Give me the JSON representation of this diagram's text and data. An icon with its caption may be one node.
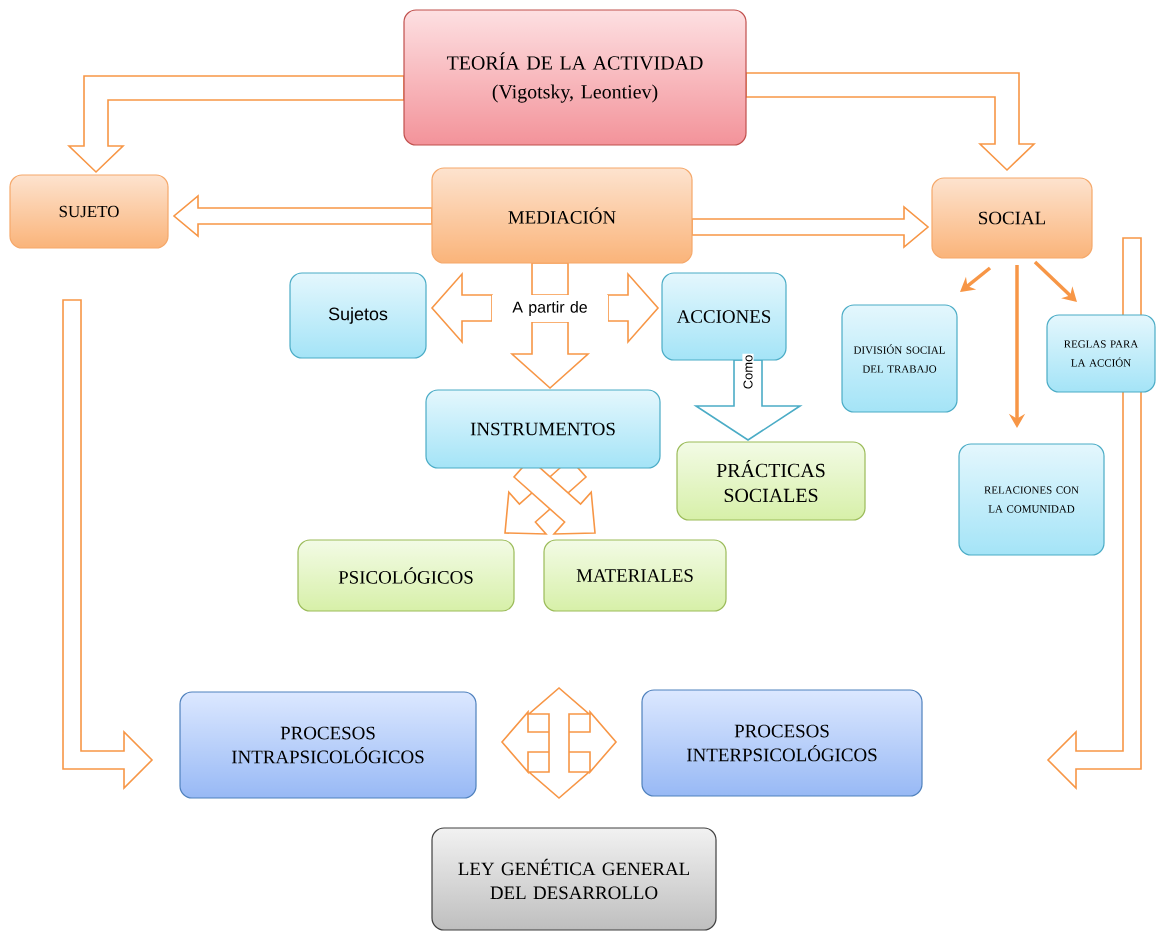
{
  "diagram": {
    "nodes": [
      {
        "text": [
          "TEORÍA DE LA ACTIVIDAD",
          "(Vigotsky, Leontiev)"
        ]
      },
      {
        "text": [
          "SUJETO"
        ]
      },
      {
        "text": [
          "MEDIACIÓN"
        ]
      },
      {
        "text": [
          "SOCIAL"
        ]
      },
      {
        "text": [
          "Sujetos"
        ]
      },
      {
        "text": [
          "A partir de"
        ]
      },
      {
        "text": [
          "ACCIONES"
        ]
      },
      {
        "text": [
          "INSTRUMENTOS"
        ]
      },
      {
        "text": [
          "PRÁCTICAS SOCIALES"
        ]
      },
      {
        "text": [
          "PSICOLÓGICOS"
        ]
      },
      {
        "text": [
          "MATERIALES"
        ]
      },
      {
        "text": [
          "DIVISIÓN SOCIAL DEL TRABAJO"
        ]
      },
      {
        "text": [
          "REGLAS PARA LA ACCIÓN"
        ]
      },
      {
        "text": [
          "RELACIONES CON LA COMUNIDAD"
        ]
      },
      {
        "text": [
          "PROCESOS INTRAPSICOLÓGICOS"
        ]
      },
      {
        "text": [
          "PROCESOS INTERPSICOLÓGICOS"
        ]
      },
      {
        "text": [
          "LEY GENÉTICA GENERAL DEL DESARROLLO"
        ]
      }
    ],
    "edges": [
      {
        "from": 0,
        "to": 1,
        "arrow": "to",
        "style": "thick"
      },
      {
        "from": 0,
        "to": 3,
        "arrow": "to",
        "style": "thick"
      },
      {
        "from": 2,
        "to": 1,
        "arrow": "to",
        "style": "thick"
      },
      {
        "from": 2,
        "to": 3,
        "arrow": "to",
        "style": "thick"
      },
      {
        "from": 2,
        "to": 5,
        "arrow": "none",
        "style": "thick"
      },
      {
        "from": 5,
        "to": 4,
        "arrow": "to",
        "style": "thick"
      },
      {
        "from": 5,
        "to": 6,
        "arrow": "to",
        "style": "thick"
      },
      {
        "from": 5,
        "to": 7,
        "arrow": "to",
        "style": "thick"
      },
      {
        "from": 6,
        "to": 8,
        "arrow": "to",
        "style": "thick",
        "label": "Como",
        "color": "#4bacc6"
      },
      {
        "from": 7,
        "to": 9,
        "arrow": "to",
        "style": "thick"
      },
      {
        "from": 7,
        "to": 10,
        "arrow": "to",
        "style": "thick"
      },
      {
        "from": 3,
        "to": 11,
        "arrow": "to"
      },
      {
        "from": 3,
        "to": 13,
        "arrow": "to"
      },
      {
        "from": 3,
        "to": 12,
        "arrow": "to"
      },
      {
        "from": 1,
        "to": 14,
        "arrow": "to",
        "style": "thick"
      },
      {
        "from": 3,
        "to": 15,
        "arrow": "to",
        "style": "thick"
      },
      {
        "from": 14,
        "to": 15,
        "arrow": "both",
        "style": "thick"
      },
      {
        "from": null,
        "to": 16,
        "arrow": "both",
        "style": "thick"
      }
    ]
  }
}
